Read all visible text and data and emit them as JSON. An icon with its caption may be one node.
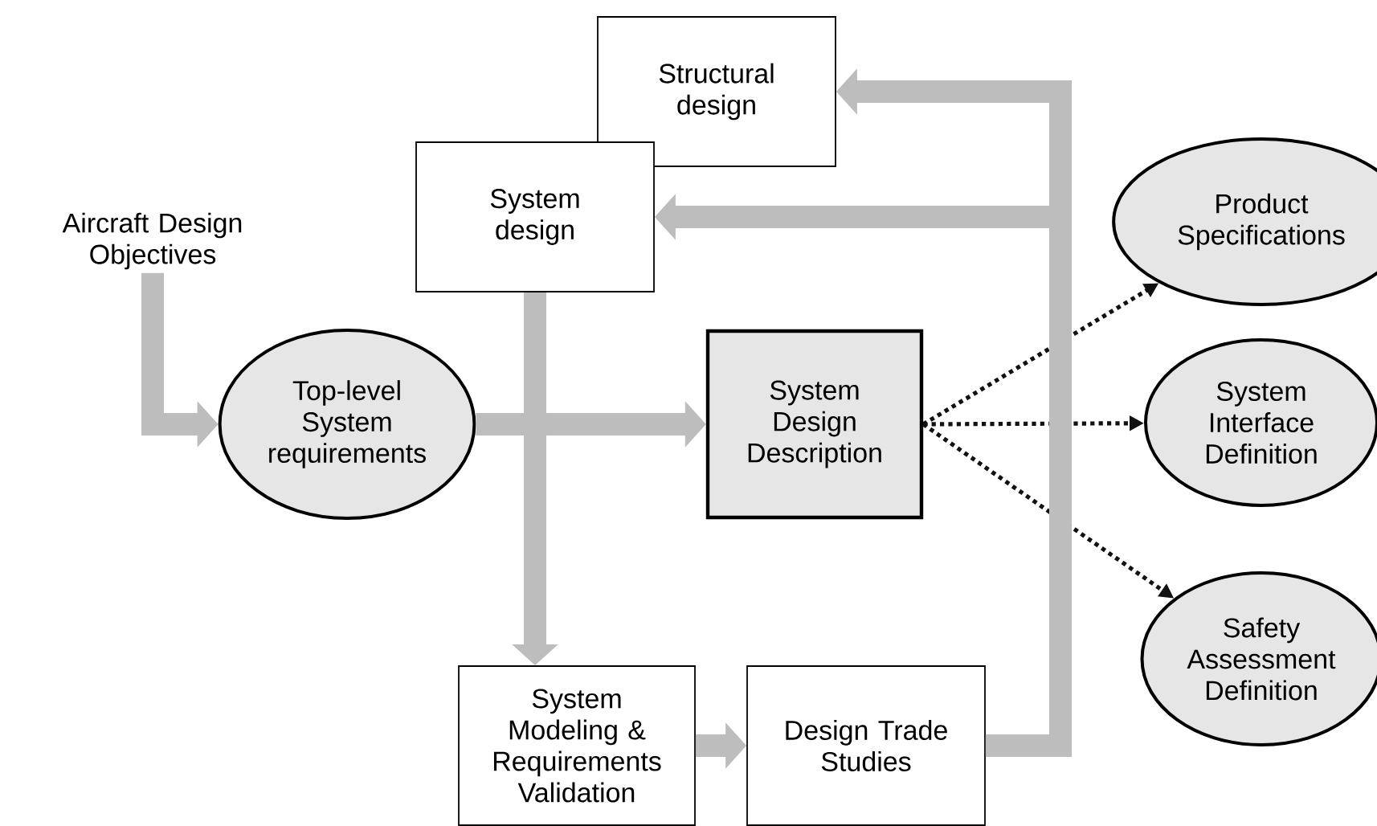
{
  "diagram": {
    "nodes": [
      {
        "text": [
          "Aircraft Design Objectives"
        ]
      },
      {
        "text": [
          "Structural design"
        ]
      },
      {
        "text": [
          "System design"
        ]
      },
      {
        "text": [
          "Top-level System requirements"
        ]
      },
      {
        "text": [
          "System Design Description"
        ]
      },
      {
        "text": [
          "Product Specifications"
        ]
      },
      {
        "text": [
          "System Interface Definition"
        ]
      },
      {
        "text": [
          "Safety Assessment Definition"
        ]
      },
      {
        "text": [
          "System Modeling & Requirements Validation"
        ]
      },
      {
        "text": [
          "Design Trade Studies"
        ]
      }
    ],
    "edges": [
      {
        "from": 0,
        "to": 3,
        "arrow": "to"
      },
      {
        "from": 3,
        "to": 4,
        "arrow": "to"
      },
      {
        "from": 2,
        "to": 8,
        "arrow": "to"
      },
      {
        "from": 8,
        "to": 9,
        "arrow": "to"
      },
      {
        "from": 9,
        "to": 1,
        "arrow": "to"
      },
      {
        "from": 9,
        "to": 2,
        "arrow": "to"
      },
      {
        "from": 4,
        "to": 5,
        "arrow": "to",
        "style": "dashed",
        "color": "#111111"
      },
      {
        "from": 4,
        "to": 6,
        "arrow": "to",
        "style": "dashed",
        "color": "#111111"
      },
      {
        "from": 4,
        "to": 7,
        "arrow": "to",
        "style": "dashed",
        "color": "#111111"
      }
    ]
  }
}
